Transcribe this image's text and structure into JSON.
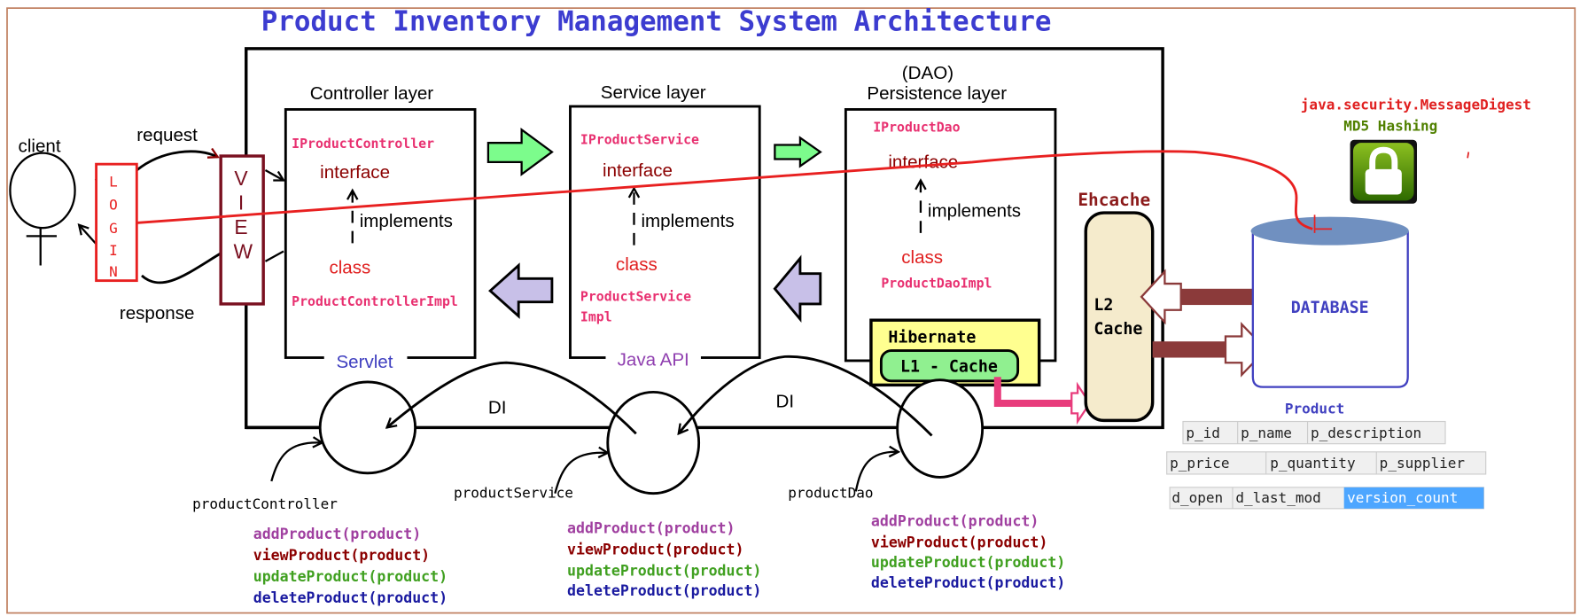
{
  "title": "Product Inventory Management System Architecture",
  "client": {
    "label": "client",
    "login": [
      "L",
      "O",
      "G",
      "I",
      "N"
    ],
    "request": "request",
    "response": "response"
  },
  "view": {
    "letters": [
      "V",
      "I",
      "E",
      "W"
    ]
  },
  "layers": [
    {
      "title": "Controller layer",
      "interface_name": "IProductController",
      "interface": "interface",
      "implements": "implements",
      "class": "class",
      "impl_name": [
        "ProductControllerImpl"
      ],
      "footer": "Servlet"
    },
    {
      "title": "Service layer",
      "interface_name": "IProductService",
      "interface": "interface",
      "implements": "implements",
      "class": "class",
      "impl_name": [
        "ProductService",
        "Impl"
      ],
      "footer": "Java API"
    },
    {
      "title_top": "(DAO)",
      "title": "Persistence layer",
      "interface_name": "IProductDao",
      "interface": "interface",
      "implements": "implements",
      "class": "class",
      "impl_name": [
        "ProductDaoImpl"
      ]
    }
  ],
  "hibernate": {
    "label": "Hibernate",
    "l1": "L1 - Cache"
  },
  "ehcache": {
    "label": "Ehcache",
    "l2": [
      "L2",
      "Cache"
    ]
  },
  "database": {
    "label": "DATABASE",
    "table_name": "Product",
    "rows": [
      [
        "p_id",
        "p_name",
        "p_description"
      ],
      [
        "p_price",
        "p_quantity",
        "p_supplier"
      ],
      [
        "d_open",
        "d_last_mod",
        "version_count"
      ]
    ]
  },
  "security": {
    "class": "java.security.MessageDigest",
    "method": "MD5 Hashing",
    "icon": "lock-icon"
  },
  "di": {
    "label": "DI",
    "beans": [
      "productController",
      "productService",
      "productDao"
    ]
  },
  "methods": [
    "addProduct(product)",
    "viewProduct(product)",
    "updateProduct(product)",
    "deleteProduct(product)"
  ],
  "colors": {
    "title": "#3c3cd0",
    "add": "#a040a0",
    "view": "#8b0000",
    "update": "#40a020",
    "delete": "#1a1aa0",
    "forward_arrow": "#7cfc8c",
    "back_arrow": "#c8c0e8",
    "highlight": "#4da6ff"
  }
}
